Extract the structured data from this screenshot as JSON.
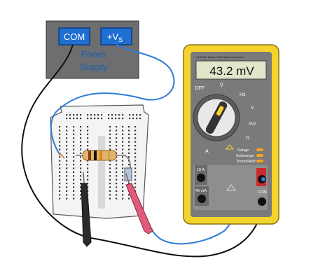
{
  "power_supply": {
    "com_label": "COM",
    "vs_label": "+V",
    "vs_subscript": "S",
    "title_line1": "Power",
    "title_line2": "Supply",
    "body_color": "#6d6e70",
    "terminal_color": "#1f6fd1",
    "label_color": "#1a5fb0"
  },
  "multimeter": {
    "model_text": "UNIOSU Model 2003 digital multimeter",
    "display_value": "43.2 mV",
    "off_label": "OFF",
    "dial_labels": {
      "ac_v": "Ṽ",
      "hz": "Hz",
      "dc_v": "V",
      "dc_mv": "mV",
      "ohm": "Ω",
      "amp": "A"
    },
    "features": [
      "Range",
      "Autorange",
      "Touch/Hold"
    ],
    "jack_10a": "10 A",
    "jack_40ma": "40 mA",
    "jack_com": "COM",
    "case_color": "#f4d32c",
    "face_color": "#7a7a7a",
    "lcd_color": "#dfe6c9",
    "feature_led_color": "#f7a31c"
  },
  "breadboard": {
    "body_color": "#f4f4f4"
  },
  "wires": {
    "black": "#111111",
    "blue": "#2f7bd6",
    "probe_red": "#e05b7a"
  }
}
